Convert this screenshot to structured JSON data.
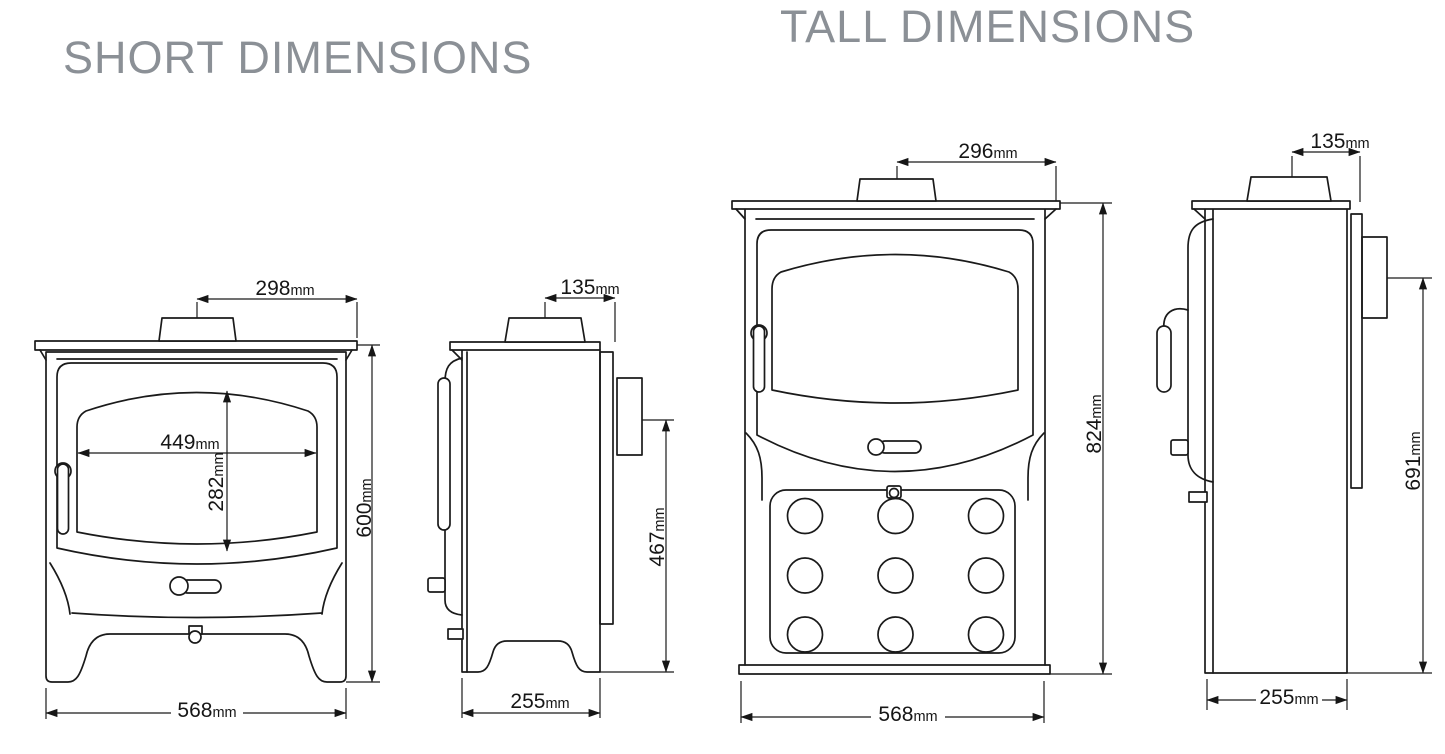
{
  "titles": {
    "short": "SHORT DIMENSIONS",
    "tall": "TALL DIMENSIONS"
  },
  "unit_label": "mm",
  "colors": {
    "line": "#1a1a1a",
    "title": "#8b9096",
    "background": "#ffffff"
  },
  "views": {
    "short_front": {
      "flue_to_rear": "298",
      "glass_width": "449",
      "glass_height": "282",
      "overall_height": "600",
      "overall_width": "568"
    },
    "short_side": {
      "flue_to_rear": "135",
      "outlet_height": "467",
      "depth": "255"
    },
    "tall_front": {
      "flue_to_rear": "296",
      "overall_height": "824",
      "overall_width": "568"
    },
    "tall_side": {
      "flue_to_rear": "135",
      "outlet_height": "691",
      "depth": "255"
    }
  }
}
